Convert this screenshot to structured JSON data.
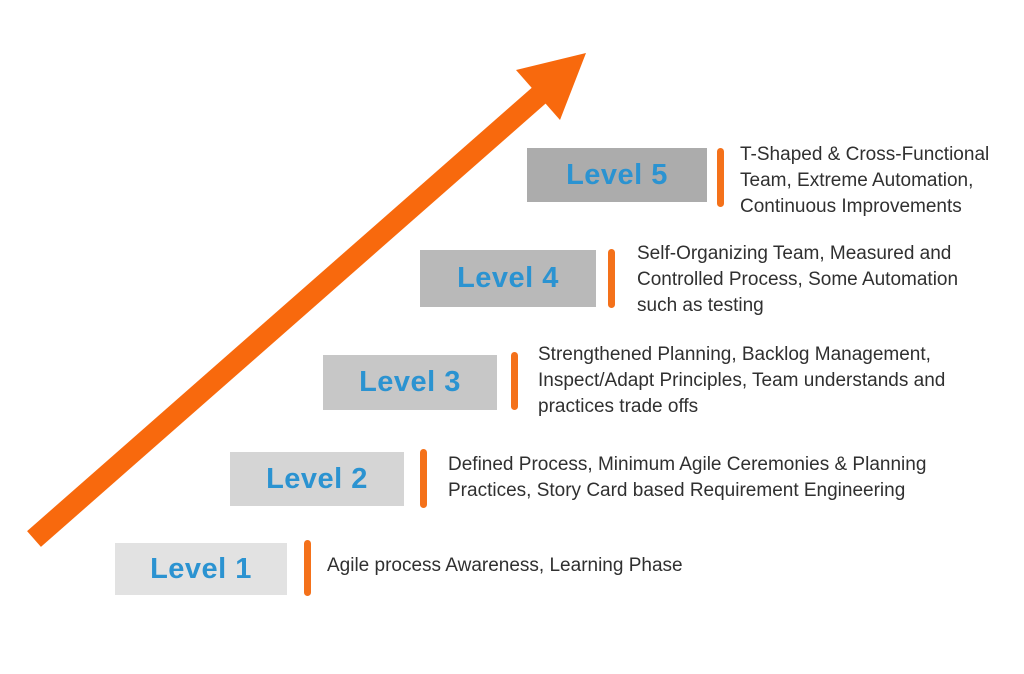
{
  "diagram": {
    "type": "agile-maturity-levels",
    "arrow": {
      "icon": "ascending-arrow-icon",
      "direction": "bottom-left to top-right",
      "color": "#F8690D"
    },
    "colors": {
      "arrow_orange": "#F8690D",
      "bar_orange": "#F4711A",
      "level_label_blue": "#2B93D1",
      "description_text": "#303030"
    }
  },
  "levels": [
    {
      "label": "Level 1",
      "description": "Agile process Awareness, Learning Phase",
      "box_color": "#E2E2E2"
    },
    {
      "label": "Level 2",
      "description": "Defined Process, Minimum Agile Ceremonies & Planning\nPractices, Story Card based Requirement Engineering",
      "box_color": "#D5D5D5"
    },
    {
      "label": "Level 3",
      "description": "Strengthened Planning, Backlog Management,\nInspect/Adapt Principles, Team understands and\npractices trade offs",
      "box_color": "#C7C7C7"
    },
    {
      "label": "Level 4",
      "description": "Self-Organizing Team, Measured and\nControlled Process, Some Automation\nsuch as testing",
      "box_color": "#B9B9B9"
    },
    {
      "label": "Level 5",
      "description": "T-Shaped & Cross-Functional\nTeam, Extreme Automation,\nContinuous Improvements",
      "box_color": "#ACACAC"
    }
  ]
}
